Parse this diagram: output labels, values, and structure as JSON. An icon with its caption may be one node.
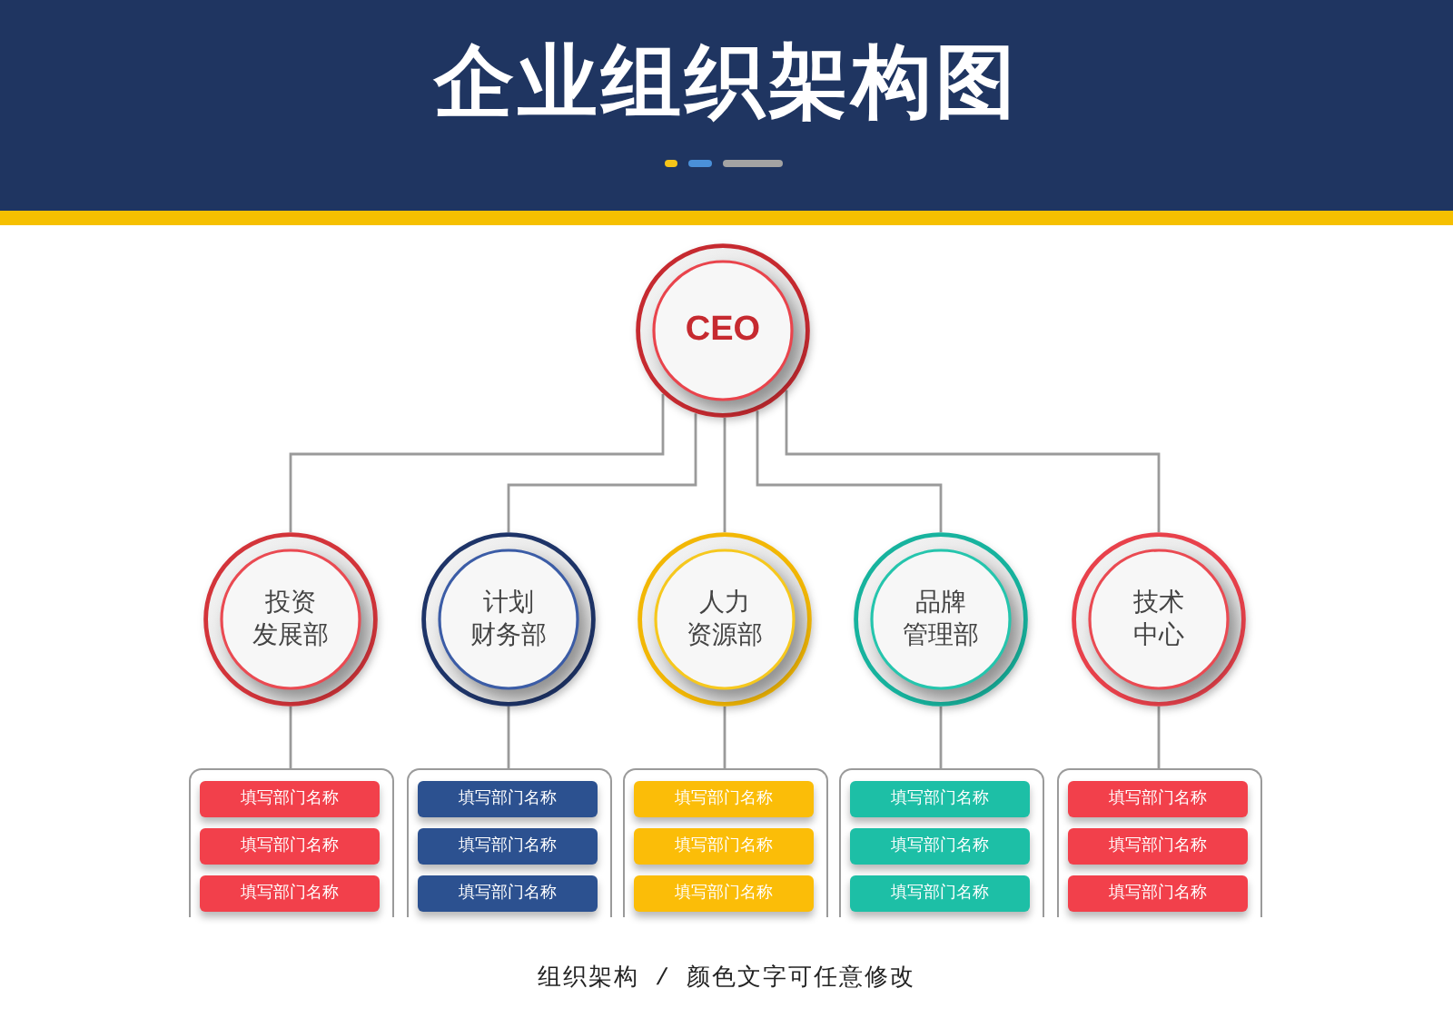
{
  "diagram": {
    "title": "企业组织架构图",
    "caption": "组织架构 / 颜色文字可任意修改",
    "nodes": [
      {
        "text": [
          "CEO"
        ]
      },
      {
        "text": [
          "投资发展部"
        ]
      },
      {
        "text": [
          "计划财务部"
        ]
      },
      {
        "text": [
          "人力资源部"
        ]
      },
      {
        "text": [
          "品牌管理部"
        ]
      },
      {
        "text": [
          "技术中心"
        ]
      },
      {
        "text": [],
        "shape": "box"
      },
      {
        "text": [
          "填写部门名称"
        ],
        "in": 6
      },
      {
        "text": [
          "填写部门名称"
        ],
        "in": 6
      },
      {
        "text": [
          "填写部门名称"
        ],
        "in": 6
      },
      {
        "text": [],
        "shape": "box"
      },
      {
        "text": [
          "填写部门名称"
        ],
        "in": 10
      },
      {
        "text": [
          "填写部门名称"
        ],
        "in": 10
      },
      {
        "text": [
          "填写部门名称"
        ],
        "in": 10
      },
      {
        "text": [],
        "shape": "box"
      },
      {
        "text": [
          "填写部门名称"
        ],
        "in": 14
      },
      {
        "text": [
          "填写部门名称"
        ],
        "in": 14
      },
      {
        "text": [
          "填写部门名称"
        ],
        "in": 14
      },
      {
        "text": [],
        "shape": "box"
      },
      {
        "text": [
          "填写部门名称"
        ],
        "in": 18
      },
      {
        "text": [
          "填写部门名称"
        ],
        "in": 18
      },
      {
        "text": [
          "填写部门名称"
        ],
        "in": 18
      },
      {
        "text": [],
        "shape": "box"
      },
      {
        "text": [
          "填写部门名称"
        ],
        "in": 22
      },
      {
        "text": [
          "填写部门名称"
        ],
        "in": 22
      },
      {
        "text": [
          "填写部门名称"
        ],
        "in": 22
      }
    ],
    "edges": [
      {
        "from": 0,
        "to": 1,
        "arrow": "none"
      },
      {
        "from": 0,
        "to": 2,
        "arrow": "none"
      },
      {
        "from": 0,
        "to": 3,
        "arrow": "none"
      },
      {
        "from": 0,
        "to": 4,
        "arrow": "none"
      },
      {
        "from": 0,
        "to": 5,
        "arrow": "none"
      },
      {
        "from": 1,
        "to": 6,
        "arrow": "none"
      },
      {
        "from": 2,
        "to": 10,
        "arrow": "none"
      },
      {
        "from": 3,
        "to": 14,
        "arrow": "none"
      },
      {
        "from": 4,
        "to": 18,
        "arrow": "none"
      },
      {
        "from": 5,
        "to": 22,
        "arrow": "none"
      }
    ]
  }
}
